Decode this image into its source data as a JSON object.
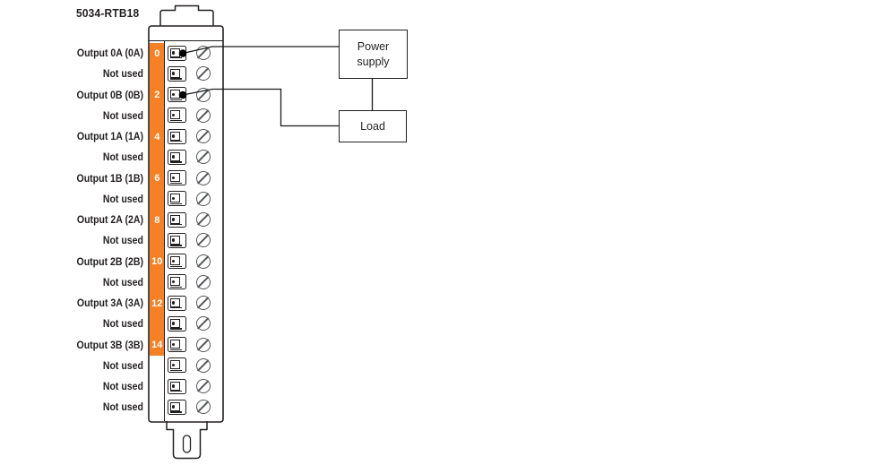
{
  "title": "5034-RTB18",
  "colors": {
    "orange": "#F58025",
    "line": "#231F20"
  },
  "boxes": {
    "power_supply": "Power supply",
    "load": "Load"
  },
  "module": {
    "terminals": [
      {
        "label": "Output 0A (0A)",
        "number": "0",
        "orange": true,
        "dot": true
      },
      {
        "label": "Not used",
        "orange": true,
        "dot": false
      },
      {
        "label": "Output 0B (0B)",
        "number": "2",
        "orange": true,
        "dot": true
      },
      {
        "label": "Not used",
        "orange": true,
        "dot": false
      },
      {
        "label": "Output 1A (1A)",
        "number": "4",
        "orange": true,
        "dot": false
      },
      {
        "label": "Not used",
        "orange": true,
        "dot": false
      },
      {
        "label": "Output 1B (1B)",
        "number": "6",
        "orange": true,
        "dot": false
      },
      {
        "label": "Not used",
        "orange": true,
        "dot": false
      },
      {
        "label": "Output 2A (2A)",
        "number": "8",
        "orange": true,
        "dot": false
      },
      {
        "label": "Not used",
        "orange": true,
        "dot": false
      },
      {
        "label": "Output 2B (2B)",
        "number": "10",
        "orange": true,
        "dot": false
      },
      {
        "label": "Not used",
        "orange": true,
        "dot": false
      },
      {
        "label": "Output 3A (3A)",
        "number": "12",
        "orange": true,
        "dot": false
      },
      {
        "label": "Not used",
        "orange": true,
        "dot": false
      },
      {
        "label": "Output 3B (3B)",
        "number": "14",
        "orange": true,
        "dot": false
      },
      {
        "label": "Not used",
        "orange": false,
        "dot": false
      },
      {
        "label": "Not used",
        "orange": false,
        "dot": false
      },
      {
        "label": "Not used",
        "orange": false,
        "dot": false
      }
    ]
  }
}
